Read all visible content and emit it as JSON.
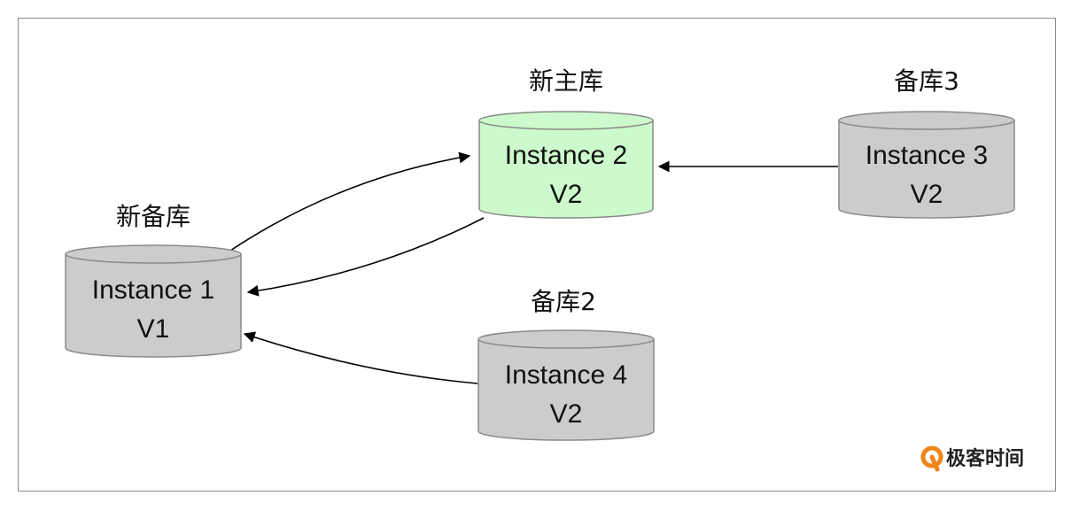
{
  "nodes": [
    {
      "id": "instance-2",
      "role_label": "新主库",
      "name": "Instance 2",
      "version": "V2",
      "fill": "#ccfacc"
    },
    {
      "id": "instance-3",
      "role_label": "备库3",
      "name": "Instance 3",
      "version": "V2",
      "fill": "#cccccc"
    },
    {
      "id": "instance-1",
      "role_label": "新备库",
      "name": "Instance 1",
      "version": "V1",
      "fill": "#cccccc"
    },
    {
      "id": "instance-4",
      "role_label": "备库2",
      "name": "Instance 4",
      "version": "V2",
      "fill": "#cccccc"
    }
  ],
  "edges": [
    {
      "from": "instance-1",
      "to": "instance-2"
    },
    {
      "from": "instance-2",
      "to": "instance-1"
    },
    {
      "from": "instance-3",
      "to": "instance-2"
    },
    {
      "from": "instance-4",
      "to": "instance-1"
    }
  ],
  "colors": {
    "stroke": "#8a8a8a",
    "primary_fill": "#ccfacc",
    "replica_fill": "#cccccc",
    "arrow": "#000000",
    "logo_orange": "#f08519"
  },
  "watermark": {
    "text": "极客时间",
    "icon": "geektime-logo-icon"
  }
}
